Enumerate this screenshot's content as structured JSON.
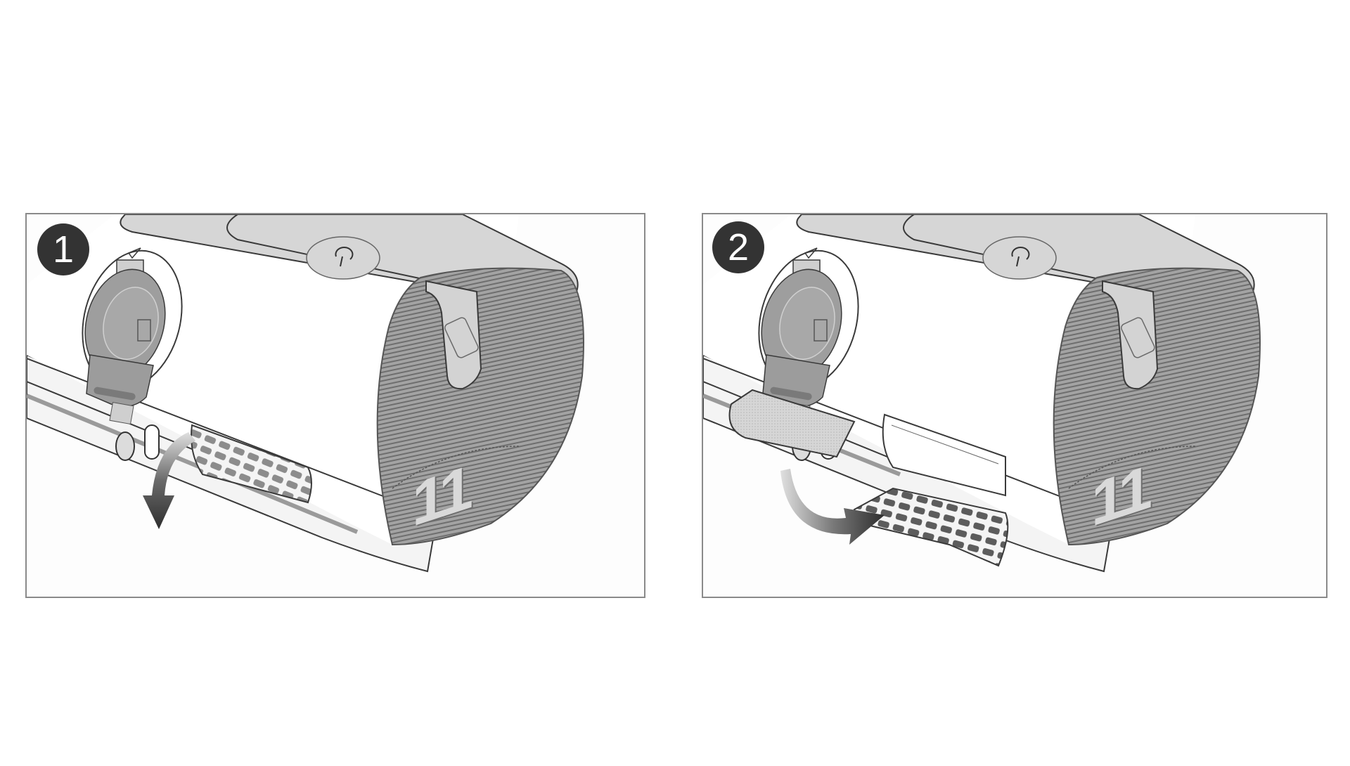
{
  "figure": {
    "description": "Two-step instruction illustration: opening the air filter cover on a CPAP device and replacing the filter",
    "colors": {
      "background": "#ffffff",
      "panel_border": "#8a8a8a",
      "badge_fill": "#333333",
      "badge_text": "#ffffff",
      "device_body": "#ffffff",
      "device_top_band": "#d6d6d6",
      "ribbed_side": "#9a9a9a",
      "outline": "#3a3a3a",
      "arrow": "#3c3c3c"
    }
  },
  "steps": [
    {
      "number": "1",
      "action": "open-filter-cover",
      "model_label": "11",
      "arrow_direction": "down-curved"
    },
    {
      "number": "2",
      "action": "replace-air-filter",
      "model_label": "11",
      "arrow_direction": "up-curved"
    }
  ]
}
